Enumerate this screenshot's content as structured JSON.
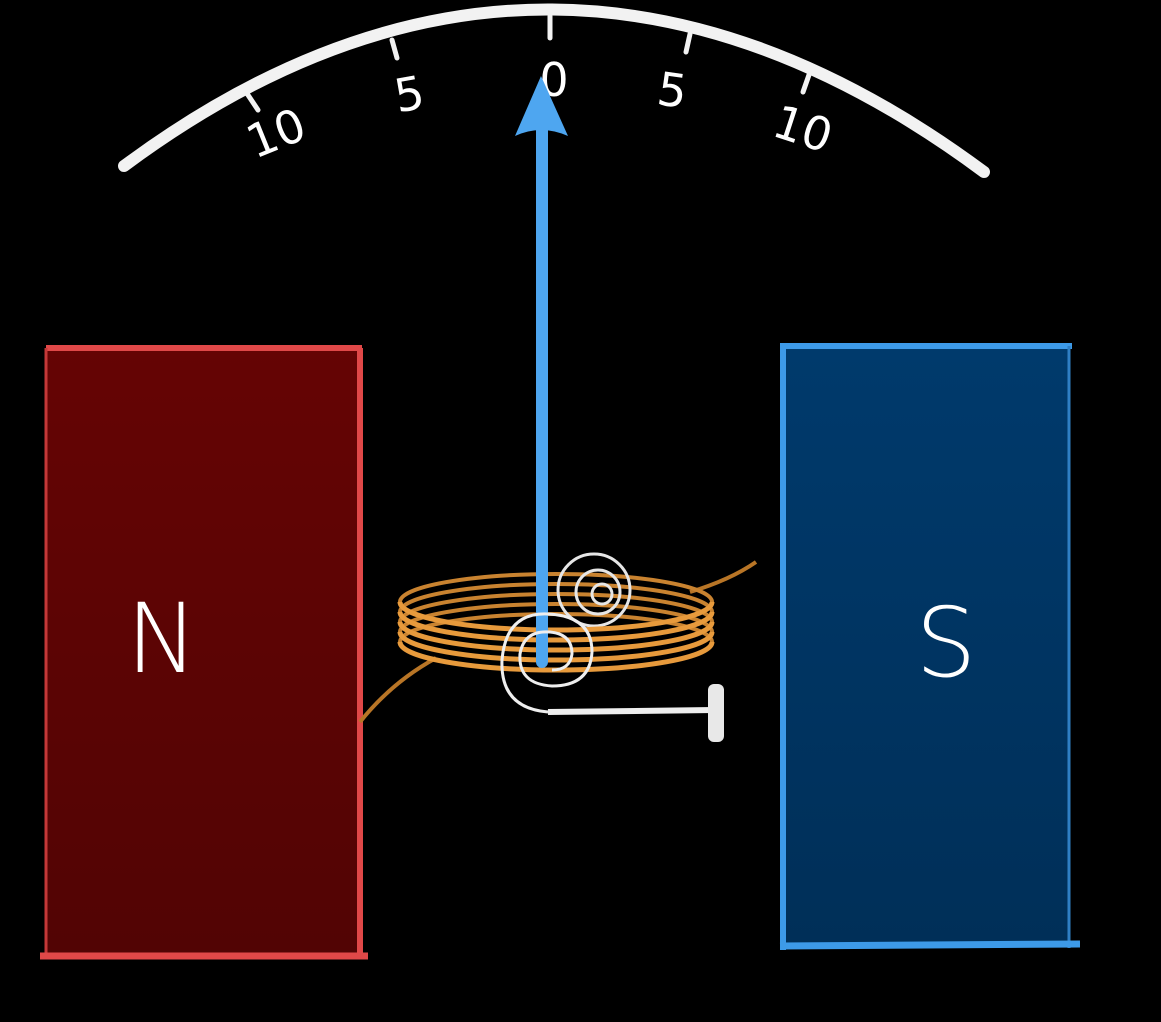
{
  "scale": {
    "ticks": [
      {
        "label": "10",
        "value": -10
      },
      {
        "label": "5",
        "value": -5
      },
      {
        "label": "0",
        "value": 0
      },
      {
        "label": "5",
        "value": 5
      },
      {
        "label": "10",
        "value": 10
      }
    ]
  },
  "needle": {
    "reading": 0,
    "color": "#4ea6f0"
  },
  "magnets": {
    "north": {
      "label": "N",
      "fill": "#5e0404",
      "edge": "#e04848"
    },
    "south": {
      "label": "S",
      "fill": "#003665",
      "edge": "#3d9ae8"
    }
  },
  "coil": {
    "color": "#e79a3c"
  },
  "scale_color": "#f2f2f2"
}
